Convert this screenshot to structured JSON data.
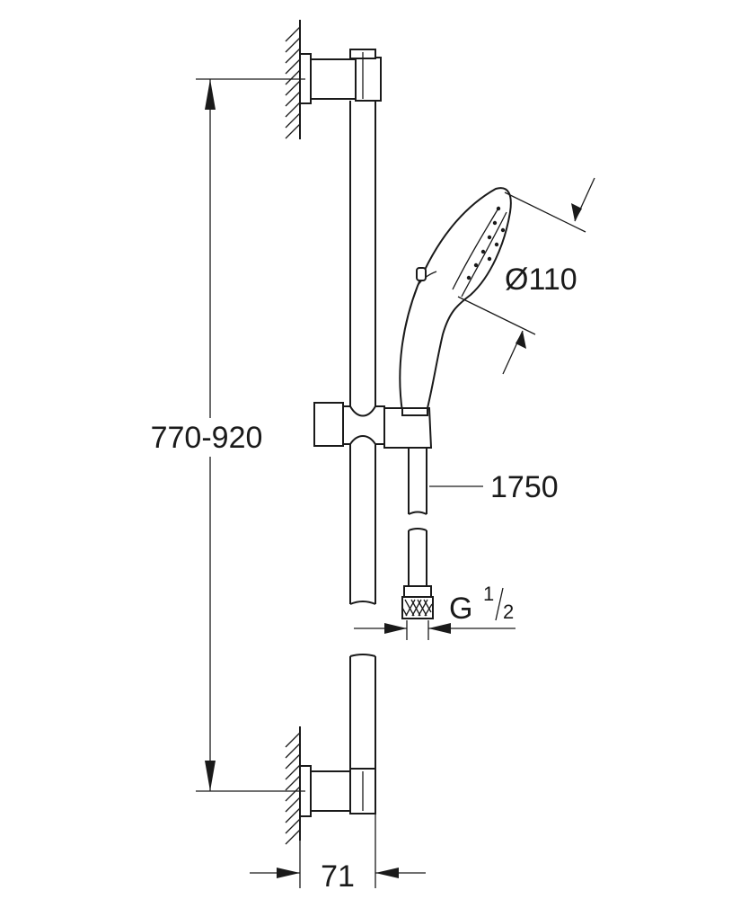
{
  "dimensions": {
    "bar_height": "770-920",
    "hand_shower_diameter": "Ø110",
    "hose_length": "1750",
    "thread_main": "G",
    "thread_num": "1",
    "thread_den": "2",
    "wall_offset": "71"
  },
  "colors": {
    "line": "#1a1a1a",
    "background": "#ffffff"
  }
}
